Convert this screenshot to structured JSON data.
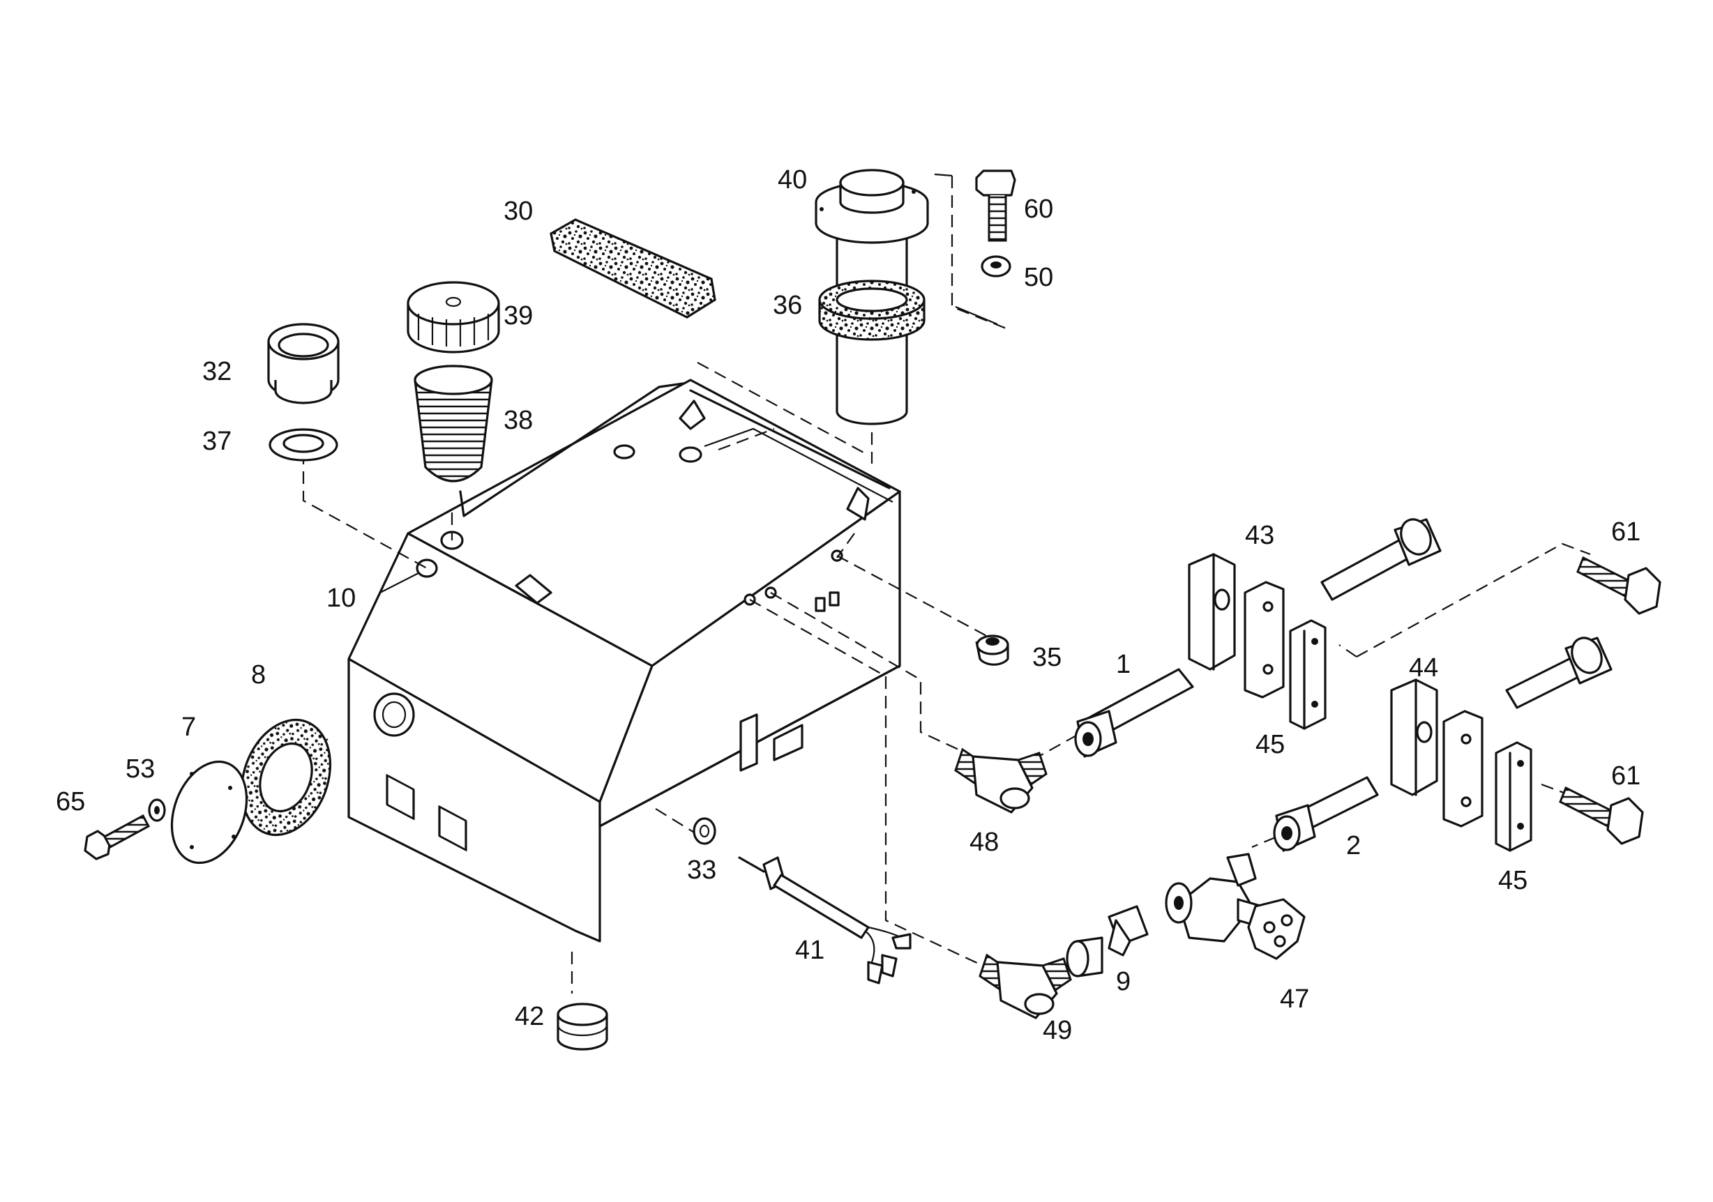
{
  "labels": {
    "p1": "1",
    "p2": "2",
    "p7": "7",
    "p8": "8",
    "p9": "9",
    "p10": "10",
    "p30": "30",
    "p32": "32",
    "p33": "33",
    "p35": "35",
    "p36": "36",
    "p37": "37",
    "p38": "38",
    "p39": "39",
    "p40": "40",
    "p41": "41",
    "p42": "42",
    "p43": "43",
    "p44": "44",
    "p45a": "45",
    "p45b": "45",
    "p47": "47",
    "p48": "48",
    "p49": "49",
    "p50": "50",
    "p53": "53",
    "p60": "60",
    "p61a": "61",
    "p61b": "61",
    "p65": "65"
  }
}
